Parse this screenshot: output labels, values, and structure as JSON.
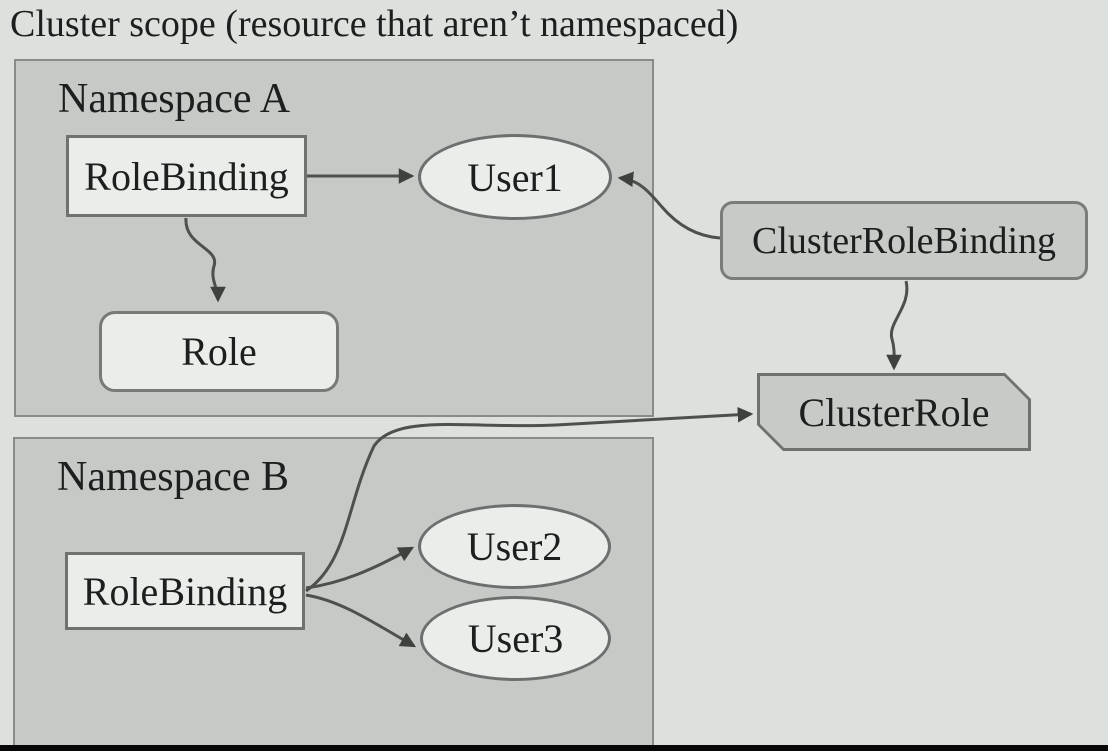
{
  "title": "Cluster scope (resource that aren’t namespaced)",
  "namespaces": [
    {
      "label": "Namespace A"
    },
    {
      "label": "Namespace B"
    }
  ],
  "nodes": {
    "rolebinding_a": "RoleBinding",
    "role": "Role",
    "user1": "User1",
    "cluster_role_binding": "ClusterRoleBinding",
    "cluster_role": "ClusterRole",
    "rolebinding_b": "RoleBinding",
    "user2": "User2",
    "user3": "User3"
  },
  "edges": [
    {
      "from": "RoleBinding (Namespace A)",
      "to": "User1"
    },
    {
      "from": "RoleBinding (Namespace A)",
      "to": "Role"
    },
    {
      "from": "ClusterRoleBinding",
      "to": "User1"
    },
    {
      "from": "ClusterRoleBinding",
      "to": "ClusterRole"
    },
    {
      "from": "RoleBinding (Namespace B)",
      "to": "User2"
    },
    {
      "from": "RoleBinding (Namespace B)",
      "to": "User3"
    },
    {
      "from": "RoleBinding (Namespace B)",
      "to": "ClusterRole"
    }
  ],
  "colors": {
    "background": "#dde1de",
    "namespace_fill": "#c6c9c6",
    "namespace_border": "#888c89",
    "light_node_fill": "#eaedea",
    "cluster_node_fill": "#c7cac7",
    "arrow": "#4c514e",
    "text": "#1c1f1d",
    "letterbox": "#070707"
  }
}
